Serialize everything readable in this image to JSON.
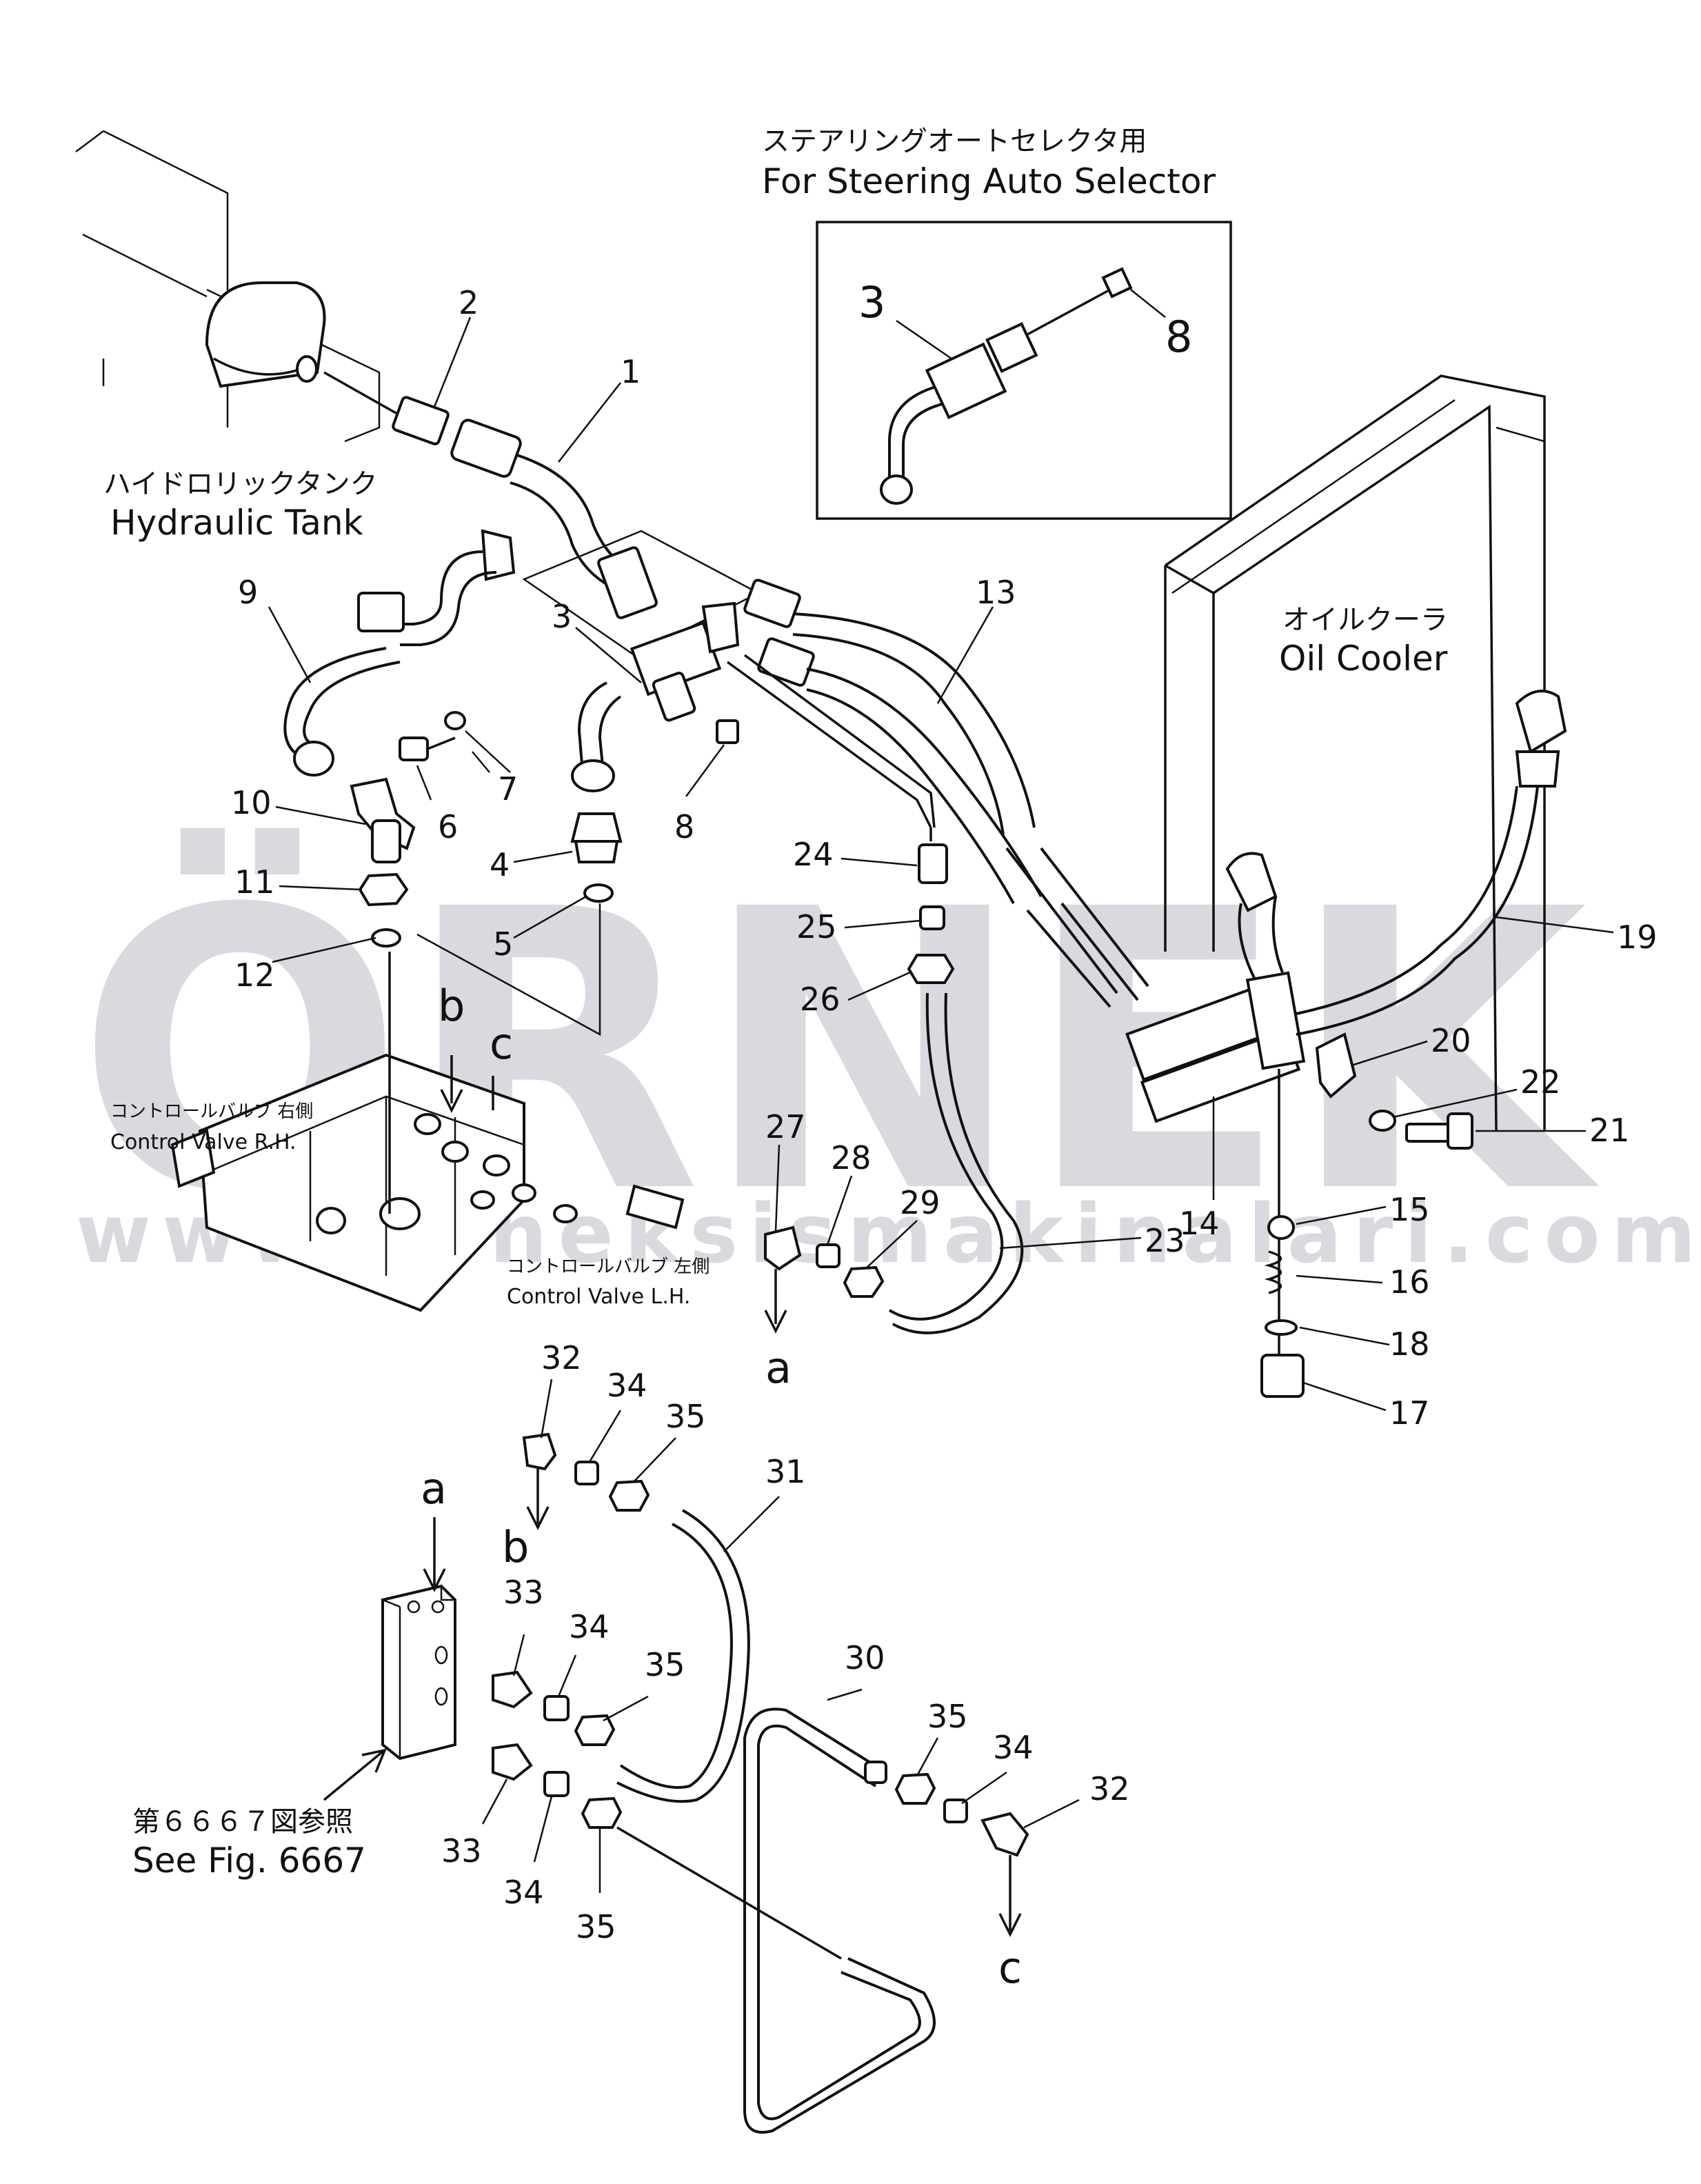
{
  "watermark": {
    "brand": "ÖRNEK",
    "url": "www.orneksismakinalari.com.tr",
    "accent_color": "#f5d36b",
    "gray_color": "#d9d9df"
  },
  "labels": {
    "steering_jp": "ステアリングオートセレクタ用",
    "steering_en": "For Steering Auto Selector",
    "tank_jp": "ハイドロリックタンク",
    "tank_en": "Hydraulic Tank",
    "cooler_jp": "オイルクーラ",
    "cooler_en": "Oil Cooler",
    "cv_rh_jp": "コントロールバルブ 右側",
    "cv_rh_en": "Control Valve R.H.",
    "cv_lh_jp": "コントロールバルブ 左側",
    "cv_lh_en": "Control Valve L.H.",
    "see_fig_jp": "第６６６７図参照",
    "see_fig_en": "See Fig. 6667"
  },
  "callouts": {
    "n1": "1",
    "n2": "2",
    "n3": "3",
    "n3b": "3",
    "n4": "4",
    "n5": "5",
    "n6": "6",
    "n7": "7",
    "n8": "8",
    "n8b": "8",
    "n9": "9",
    "n10": "10",
    "n11": "11",
    "n12": "12",
    "n13": "13",
    "n14": "14",
    "n15": "15",
    "n16": "16",
    "n17": "17",
    "n18": "18",
    "n19": "19",
    "n20": "20",
    "n21": "21",
    "n22": "22",
    "n23": "23",
    "n24": "24",
    "n25": "25",
    "n26": "26",
    "n27": "27",
    "n28": "28",
    "n29": "29",
    "n30": "30",
    "n31": "31",
    "n32a": "32",
    "n32b": "32",
    "n33a": "33",
    "n33b": "33",
    "n34a": "34",
    "n34b": "34",
    "n34c": "34",
    "n34d": "34",
    "n35a": "35",
    "n35b": "35",
    "n35c": "35",
    "n35d": "35"
  },
  "letters": {
    "la1": "a",
    "la2": "a",
    "lb1": "b",
    "lb2": "b",
    "lc1": "c",
    "lc2": "c"
  }
}
